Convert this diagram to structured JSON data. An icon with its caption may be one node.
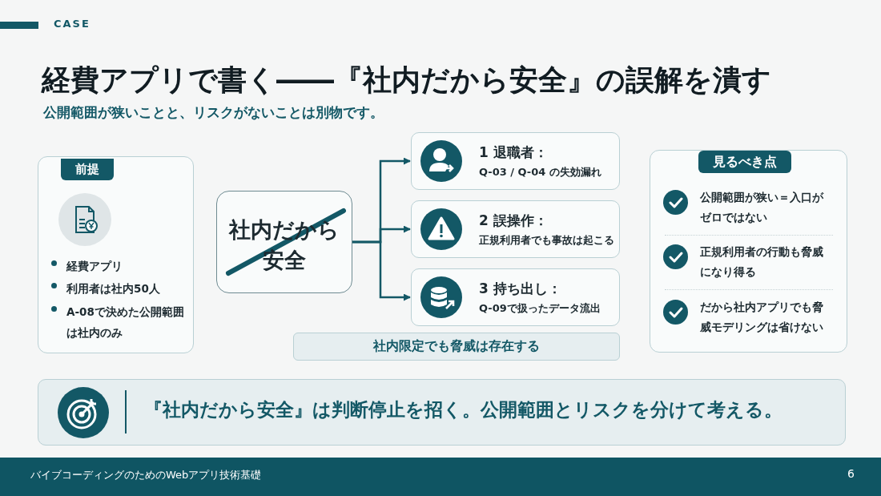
{
  "diagram": {
    "title": "経費アプリで書く――『社内だから安全』の誤解を潰す",
    "nodes": [
      {
        "text": [
          "前提",
          "経費アプリ",
          "利用者は社内50人",
          "A-08で決めた公開範囲は社内のみ"
        ]
      },
      {
        "text": [
          "社内だから安全"
        ]
      },
      {
        "text": [
          "1 退職者：",
          "Q-03 / Q-04 の失効漏れ"
        ]
      },
      {
        "text": [
          "2 誤操作：",
          "正規利用者でも事故は起こる"
        ]
      },
      {
        "text": [
          "3 持ち出し：",
          "Q-09で扱ったデータ流出"
        ]
      },
      {
        "text": [
          "社内限定でも脅威は存在する"
        ]
      },
      {
        "text": [
          "見るべき点",
          "公開範囲が狭い＝入口がゼロではない",
          "正規利用者の行動も脅威になり得る",
          "だから社内アプリでも脅威モデリングは省けない"
        ]
      },
      {
        "text": [
          "『社内だから安全』は判断停止を招く。公開範囲とリスクを分けて考える。"
        ]
      }
    ],
    "edges": [
      {
        "from": 1,
        "to": 2,
        "arrow": "to"
      },
      {
        "from": 1,
        "to": 3,
        "arrow": "to"
      },
      {
        "from": 1,
        "to": 4,
        "arrow": "to"
      }
    ],
    "labels": [
      "CASE",
      "公開範囲が狭いことと、リスクがないことは別物です。",
      "バイブコーディングのためのWebアプリ技術基礎",
      "6"
    ]
  }
}
